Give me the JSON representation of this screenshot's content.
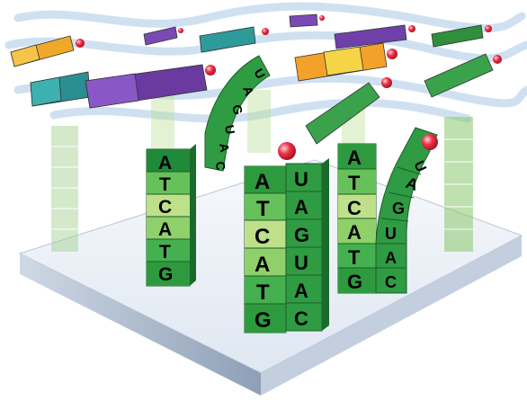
{
  "illustration": {
    "description_visible_text_only": true,
    "colors": {
      "slide_top": "#f2f6fb",
      "slide_front": "#aab8cc",
      "slide_side": "#c7d3e2",
      "wave": "#c9ddef",
      "green_dark": "#1f8a3a",
      "green_mid": "#3fae4a",
      "green_light": "#bfe08a",
      "bead": "#e0203a"
    },
    "probe_1": {
      "bases": [
        "A",
        "T",
        "C",
        "A",
        "T",
        "G"
      ]
    },
    "probe_2": {
      "bases": [
        "A",
        "T",
        "C",
        "A",
        "T",
        "G"
      ]
    },
    "probe_3": {
      "bases": [
        "A",
        "T",
        "C",
        "A",
        "T",
        "G"
      ]
    },
    "bound_2": {
      "bases": [
        "U",
        "A",
        "G",
        "U",
        "A",
        "C"
      ]
    },
    "bound_3": {
      "bases": [
        "U",
        "A",
        "G",
        "U",
        "A",
        "C"
      ]
    },
    "floating_target": {
      "bases": [
        "U",
        "A",
        "G",
        "U",
        "A",
        "C"
      ]
    }
  }
}
